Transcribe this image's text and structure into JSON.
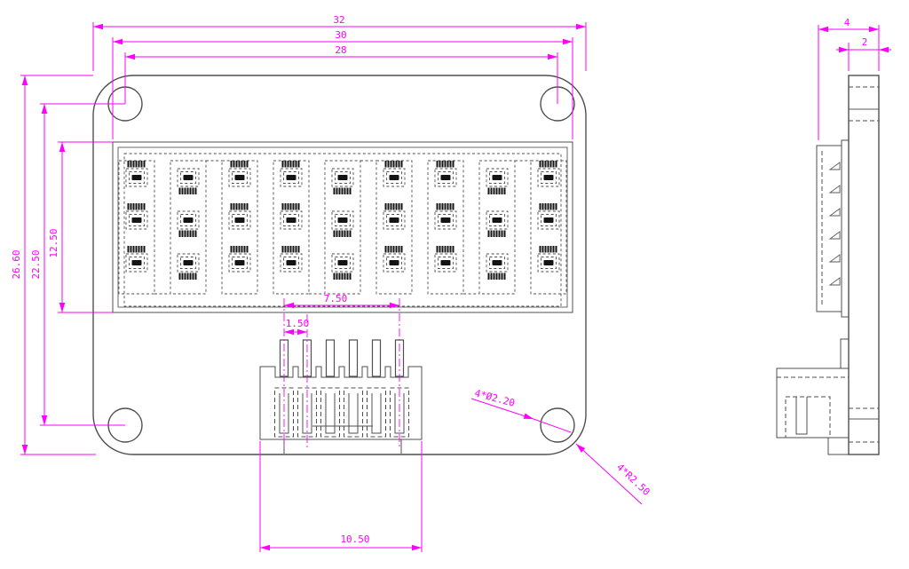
{
  "drawing": {
    "kind": "engineering-drawing",
    "part": "LED PCB module, front and side views",
    "colors": {
      "dimension": "#ff00ff",
      "outline": "#4f4f4f",
      "background": "#ffffff"
    },
    "front": {
      "dims_top": [
        {
          "label": "32"
        },
        {
          "label": "30"
        },
        {
          "label": "28"
        }
      ],
      "dims_left": [
        {
          "label": "26.60"
        },
        {
          "label": "22.50"
        },
        {
          "label": "12.50"
        }
      ],
      "connector": {
        "pin_span": "7.50",
        "pin_pitch": "1.50",
        "body_width": "10.50",
        "pin_count": 6
      },
      "notes": {
        "holes": "4*Ø2.20",
        "corner": "4*R2.50"
      },
      "led_grid": {
        "rows": 3,
        "cols": 9,
        "chip_count": 27
      },
      "mounting_holes": 4
    },
    "side": {
      "dims_top": [
        {
          "label": "4"
        },
        {
          "label": "2"
        }
      ]
    }
  }
}
